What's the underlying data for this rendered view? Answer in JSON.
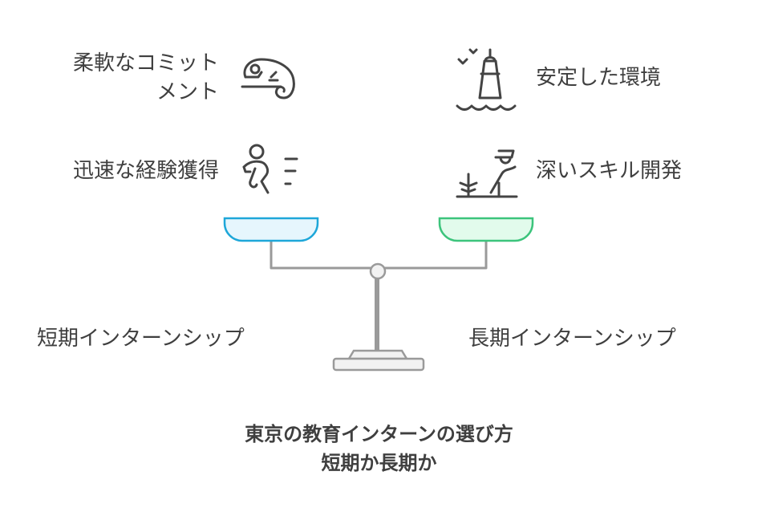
{
  "left": {
    "label": "短期インターンシップ",
    "items": [
      {
        "line1": "柔軟なコミット",
        "line2": "メント",
        "icon": "chameleon-icon"
      },
      {
        "line1": "迅速な経験獲得",
        "icon": "running-person-icon"
      }
    ],
    "pan_color": "#1ea7d9",
    "pan_fill": "#e6f6fd"
  },
  "right": {
    "label": "長期インターンシップ",
    "items": [
      {
        "line1": "安定した環境",
        "icon": "lighthouse-icon"
      },
      {
        "line1": "深いスキル開発",
        "icon": "gardener-icon"
      }
    ],
    "pan_color": "#3cc47c",
    "pan_fill": "#e2fbec"
  },
  "title": {
    "line1": "東京の教育インターンの選び方",
    "line2": "短期か長期か"
  }
}
